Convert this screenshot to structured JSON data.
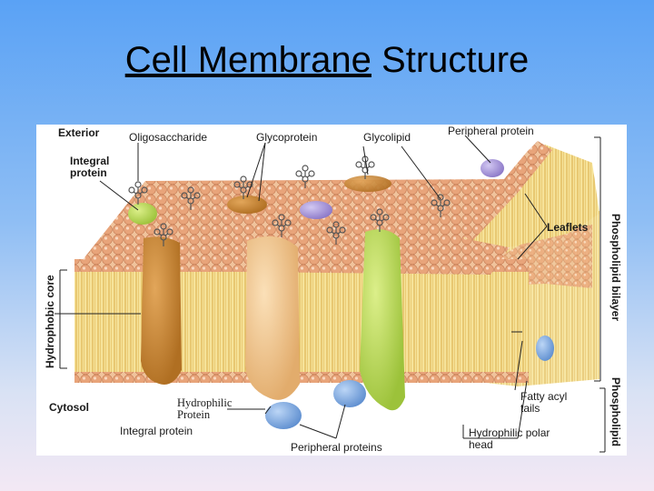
{
  "title": {
    "underlined": "Cell Membrane",
    "rest": " Structure"
  },
  "labels": {
    "exterior": "Exterior",
    "oligosaccharide": "Oligosaccharide",
    "glycoprotein": "Glycoprotein",
    "glycolipid": "Glycolipid",
    "peripheral_protein": "Peripheral protein",
    "integral_protein_top": "Integral\nprotein",
    "leaflets": "Leaflets",
    "hydrophobic_core": "Hydrophobic core",
    "phospholipid_bilayer": "Phospholipid bilayer",
    "phospholipid": "Phospholipid",
    "cytosol": "Cytosol",
    "hydrophilic_protein": "Hydrophilic\nProtein",
    "integral_protein_bottom": "Integral protein",
    "peripheral_proteins": "Peripheral proteins",
    "fatty_acyl_tails": "Fatty acyl\ntails",
    "hydrophilic_polar_head": "Hydrophilic polar\nhead"
  },
  "colors": {
    "heads": "#e8a47a",
    "tails": "#f3dc7a",
    "integral_brown": "#c7862f",
    "integral_tan": "#f0c48a",
    "integral_green": "#b9d654",
    "peripheral_blue": "#7aa7e0",
    "glyco_purple": "#a593d8"
  }
}
